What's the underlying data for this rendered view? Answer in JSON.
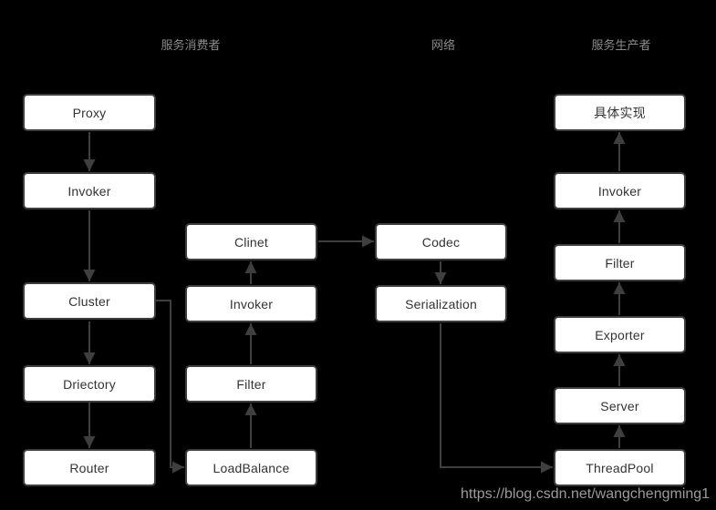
{
  "diagram": {
    "group_headers": {
      "consumer": "服务消费者",
      "network": "网络",
      "producer": "服务生产者"
    },
    "columns": {
      "consumer_left": [
        "Proxy",
        "Invoker",
        "Cluster",
        "Driectory",
        "Router"
      ],
      "consumer_right": [
        "Clinet",
        "Invoker",
        "Filter",
        "LoadBalance"
      ],
      "network": [
        "Codec",
        "Serialization"
      ],
      "producer": [
        "具体实现",
        "Invoker",
        "Filter",
        "Exporter",
        "Server",
        "ThreadPool"
      ]
    },
    "watermark": "https://blog.csdn.net/wangchengming1",
    "colors": {
      "background": "#000000",
      "node_fill": "#ffffff",
      "node_border": "#3d3d3d",
      "node_text": "#333333",
      "connector": "#3f3f3f",
      "header_text": "#8a8a8a",
      "watermark_text": "#9b9b9b"
    }
  }
}
